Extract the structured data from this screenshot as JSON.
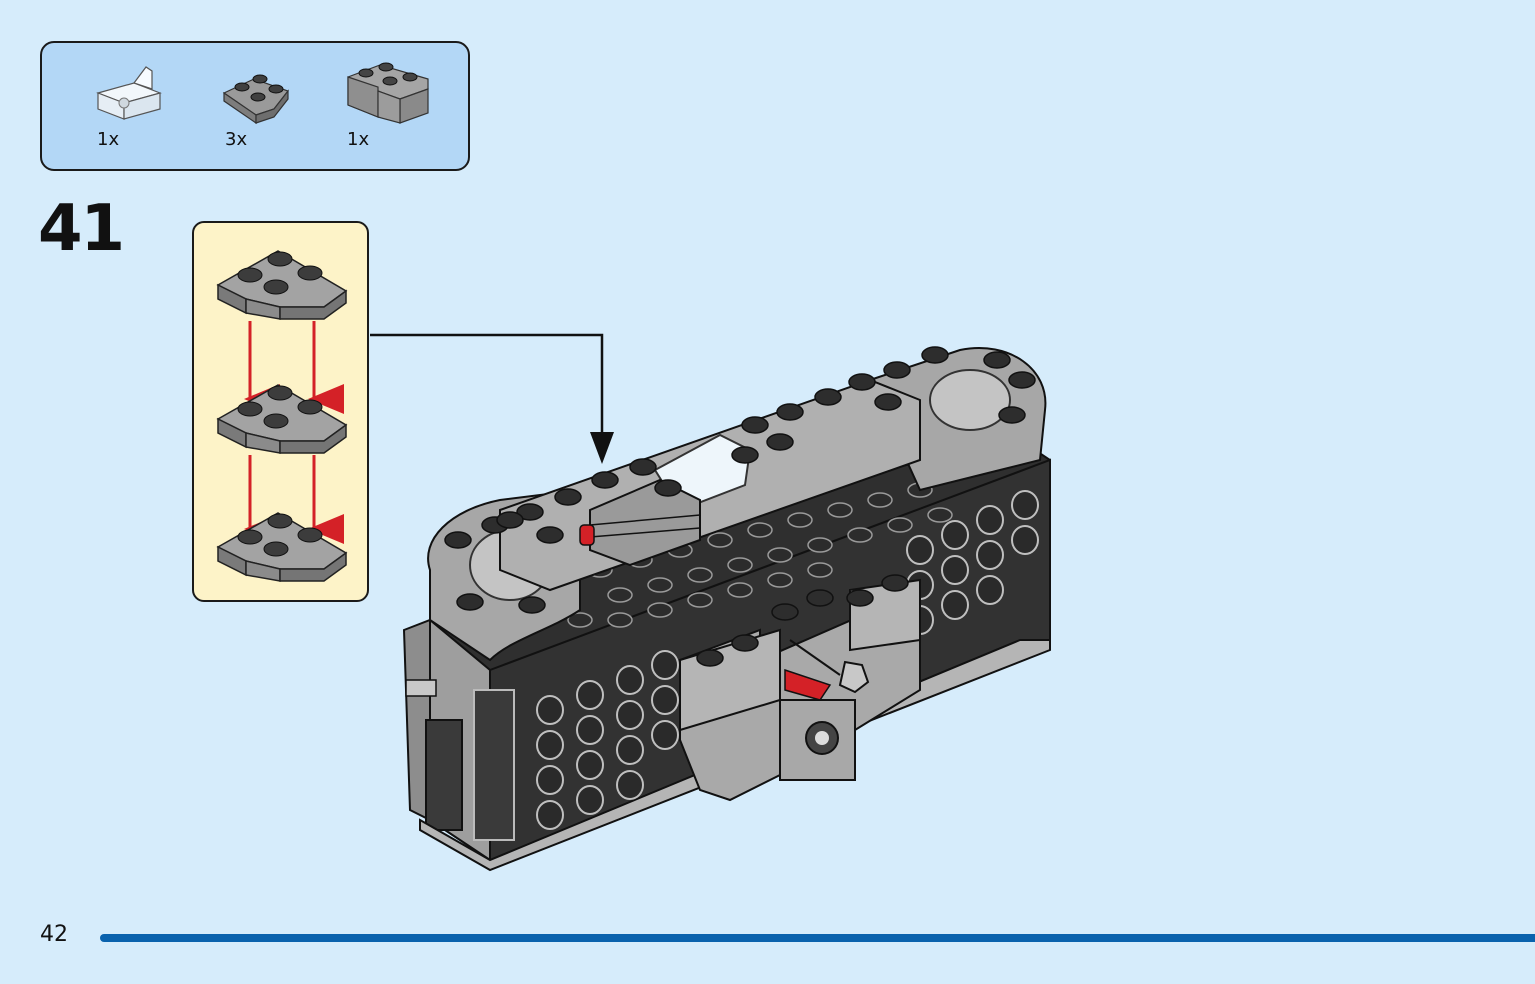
{
  "parts_list": {
    "items": [
      {
        "icon": "transparent-bracket-icon",
        "qty": "1x"
      },
      {
        "icon": "gray-wedge-plate-icon",
        "qty": "3x"
      },
      {
        "icon": "gray-corner-brick-icon",
        "qty": "1x"
      }
    ]
  },
  "step": {
    "number": "41"
  },
  "page": {
    "number": "42"
  },
  "colors": {
    "background": "#d6ecfb",
    "parts_box": "#b3d7f6",
    "subassembly_box": "#fdf3c8",
    "arrow": "#d42127",
    "footer_bar": "#0a62ad",
    "brick_dark": "#3a3a3a",
    "brick_gray": "#a9a9a9"
  }
}
